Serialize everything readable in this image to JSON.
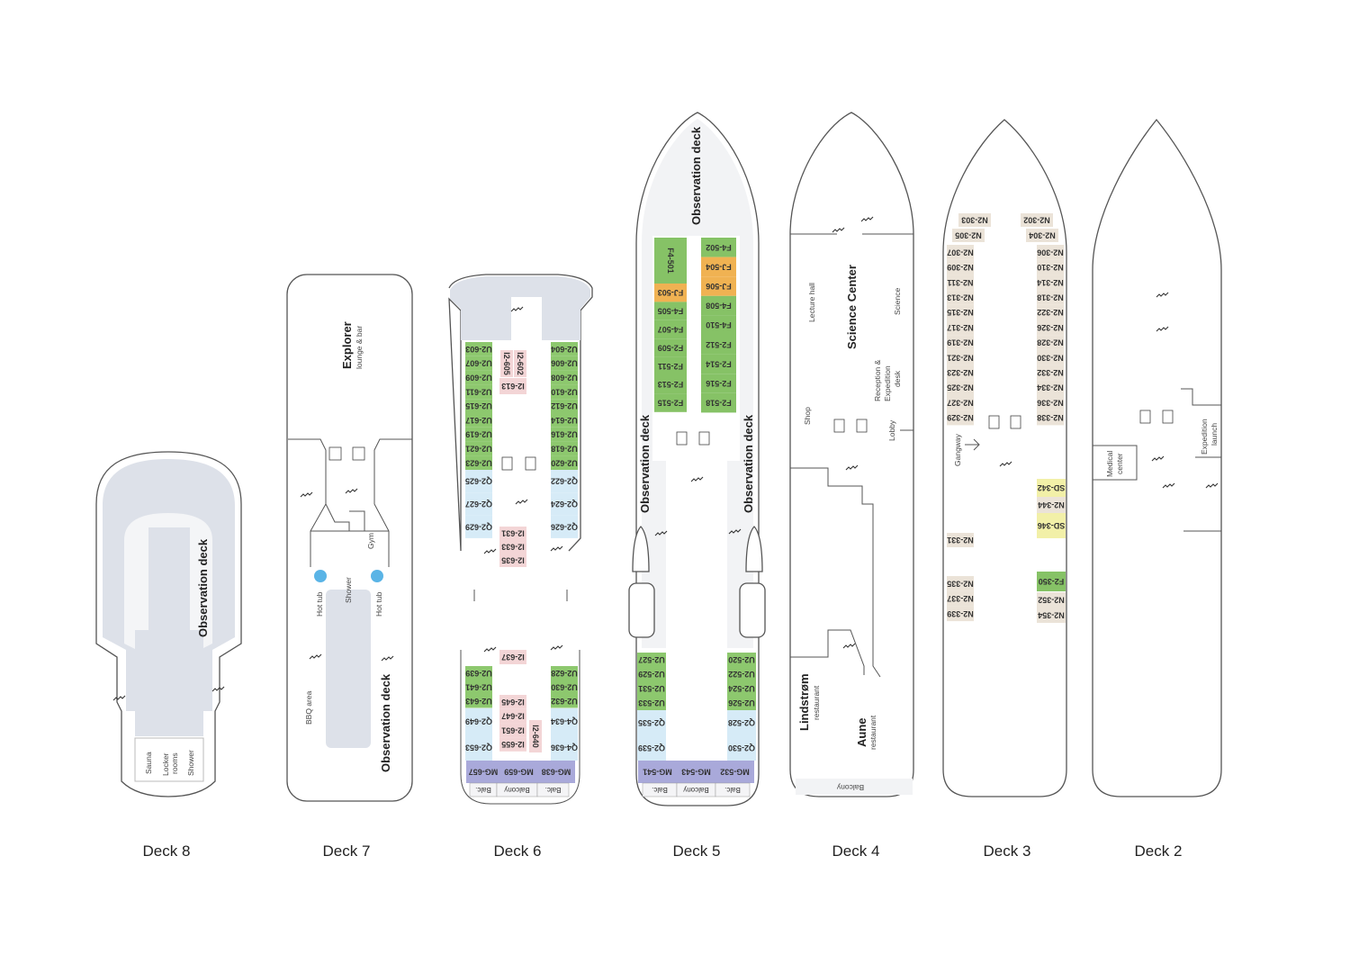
{
  "deck_labels": [
    "Deck 8",
    "Deck 7",
    "Deck 6",
    "Deck 5",
    "Deck 4",
    "Deck 3",
    "Deck 2"
  ],
  "areas": {
    "d8_observation": "Observation deck",
    "d8_sauna": "Sauna",
    "d8_locker1": "Locker",
    "d8_locker2": "rooms",
    "d8_shower": "Shower",
    "d7_explorer": "Explorer",
    "d7_lounge": "lounge & bar",
    "d7_gym": "Gym",
    "d7_hottub_left": "Hot tub",
    "d7_hottub_right": "Hot tub",
    "d7_shower": "Shower",
    "d7_bbq": "BBQ area",
    "d7_observation": "Observation deck",
    "d5_observation_bow": "Observation deck",
    "d5_observation_left": "Observation deck",
    "d5_observation_right": "Observation deck",
    "d4_lecture": "Lecture hall",
    "d4_science_center": "Science Center",
    "d4_science": "Science",
    "d4_shop": "Shop",
    "d4_reception1": "Reception &",
    "d4_reception2": "Expedition",
    "d4_reception3": "desk",
    "d4_lobby": "Lobby",
    "d4_lindstrom": "Lindstrøm",
    "d4_lindstrom_sub": "restaurant",
    "d4_aune": "Aune",
    "d4_aune_sub": "restaurant",
    "d4_balcony": "Balcony",
    "d3_gangway": "Gangway",
    "d2_medical1": "Medical",
    "d2_medical2": "center",
    "d2_expedition1": "Expedition",
    "d2_expedition2": "launch"
  },
  "category_colors": {
    "U2": "#8dc86e",
    "Q2": "#d6ebf7",
    "Q4": "#d6ebf7",
    "I2": "#f3d5d6",
    "MG": "#a9a9da",
    "F4": "#86c266",
    "F2": "#86c266",
    "FJ": "#f0b252",
    "N2": "#ebe3d8",
    "SD": "#f2f0a8",
    "BALC": "#f4f4f6"
  },
  "cabins": {
    "d6L_u": [
      "U2-603",
      "U2-607",
      "U2-609",
      "U2-611",
      "U2-615",
      "U2-617",
      "U2-619",
      "U2-621",
      "U2-623"
    ],
    "d6L_q": [
      "Q2-625",
      "Q2-627",
      "Q2-629"
    ],
    "d6R_u": [
      "U2-604",
      "U2-606",
      "U2-608",
      "U2-610",
      "U2-612",
      "U2-614",
      "U2-616",
      "U2-618",
      "U2-620"
    ],
    "d6R_q": [
      "Q2-622",
      "Q2-624",
      "Q2-626"
    ],
    "d6C_vert": [
      "I2-605",
      "I2-602"
    ],
    "d6C_613": [
      "I2-613"
    ],
    "d6C_mid": [
      "I2-631",
      "I2-633",
      "I2-635"
    ],
    "d6C_637": [
      "I2-637"
    ],
    "d6L_bu": [
      "U2-639",
      "U2-641",
      "U2-643"
    ],
    "d6L_bq": [
      "Q2-649",
      "Q2-653"
    ],
    "d6R_bu": [
      "U2-628",
      "U2-630",
      "U2-632"
    ],
    "d6R_bq": [
      "Q4-634",
      "Q4-636"
    ],
    "d6C_b": [
      "I2-645",
      "I2-647",
      "I2-651",
      "I2-655"
    ],
    "d6_640": [
      "I2-640"
    ],
    "d6_mg": [
      "MG-657",
      "MG-659",
      "MG-638"
    ],
    "d6_balc": [
      "Balc.",
      "Balcony",
      "Balc."
    ],
    "d5L_501": [
      "F4-501"
    ],
    "d5L": [
      "FJ-503",
      "F4-505",
      "F4-507",
      "F2-509",
      "F2-511",
      "F2-513",
      "F2-515"
    ],
    "d5R": [
      "F4-502",
      "FJ-504",
      "FJ-506",
      "F4-508",
      "F4-510",
      "F2-512",
      "F2-514",
      "F2-516",
      "F2-518"
    ],
    "d5L_bu": [
      "U2-527",
      "U2-529",
      "U2-531",
      "U2-533"
    ],
    "d5L_bq": [
      "Q2-535",
      "Q2-539"
    ],
    "d5R_bu": [
      "U2-520",
      "U2-522",
      "U2-524",
      "U2-526"
    ],
    "d5R_bq": [
      "Q2-528",
      "Q2-530"
    ],
    "d5_mg": [
      "MG-541",
      "MG-543",
      "MG-532"
    ],
    "d5_balc": [
      "Balc.",
      "Balcony",
      "Balc."
    ],
    "d3L_top": [
      "N2-303",
      "N2-305"
    ],
    "d3R_top": [
      "N2-302",
      "N2-304"
    ],
    "d3L": [
      "N2-307",
      "N2-309",
      "N2-311",
      "N2-313",
      "N2-315",
      "N2-317",
      "N2-319",
      "N2-321",
      "N2-323",
      "N2-325",
      "N2-327",
      "N2-329"
    ],
    "d3R": [
      "N2-306",
      "N2-310",
      "N2-314",
      "N2-318",
      "N2-322",
      "N2-326",
      "N2-328",
      "N2-330",
      "N2-332",
      "N2-334",
      "N2-336",
      "N2-338"
    ],
    "d3R_mid": [
      "SD-342",
      "N2-344",
      "SD-346"
    ],
    "d3L_331": [
      "N2-331"
    ],
    "d3R_low": [
      "F2-350",
      "N2-352",
      "N2-354"
    ],
    "d3L_low": [
      "N2-335",
      "N2-337",
      "N2-339"
    ]
  }
}
